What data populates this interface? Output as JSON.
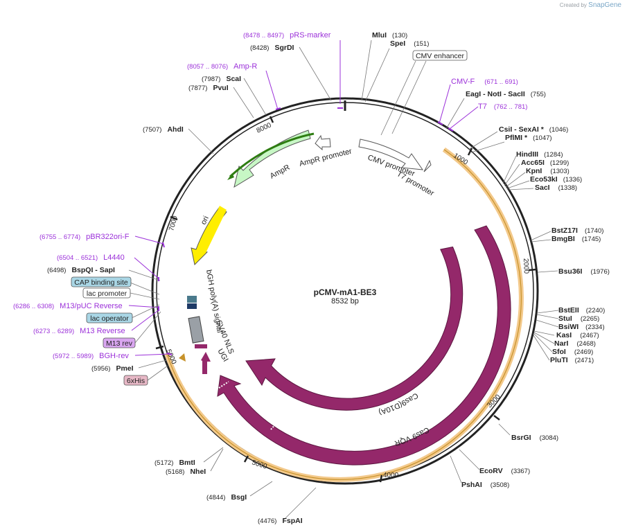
{
  "credit": {
    "prefix": "Created by",
    "brand": "SnapGene"
  },
  "plasmid": {
    "name": "pCMV-mA1-BE3",
    "size_label": "8532 bp",
    "length": 8532
  },
  "colors": {
    "backbone": "#222222",
    "primer": "#9b30d9",
    "site_pos": "#222222",
    "cas9": "#94286a",
    "orange_band": "#f3c98b",
    "ampr": "#c7f7c5",
    "ori": "#ffee00",
    "promoter_fill": "#ffffff",
    "feature_lightblue": "#a9d6e5",
    "feature_purple": "#d9a6f0",
    "feature_pink": "#e7b8c6"
  },
  "ticks": [
    {
      "bp": 1000,
      "label": "1000"
    },
    {
      "bp": 2000,
      "label": "2000"
    },
    {
      "bp": 3000,
      "label": "3000"
    },
    {
      "bp": 4000,
      "label": "4000"
    },
    {
      "bp": 5000,
      "label": "5000"
    },
    {
      "bp": 7000,
      "label": "7000"
    },
    {
      "bp": 8000,
      "label": "8000"
    }
  ],
  "sites": [
    {
      "name": "MluI",
      "pos": "(130)"
    },
    {
      "name": "SpeI",
      "pos": "(151)"
    },
    {
      "name": "EagI  -  NotI  -  SacII",
      "pos": "(755)"
    },
    {
      "name": "CsiI  -  SexAI *",
      "pos": "(1046)"
    },
    {
      "name": "PflMI *",
      "pos": "(1047)"
    },
    {
      "name": "HindIII",
      "pos": "(1284)"
    },
    {
      "name": "Acc65I",
      "pos": "(1299)"
    },
    {
      "name": "KpnI",
      "pos": "(1303)"
    },
    {
      "name": "Eco53kI",
      "pos": "(1336)"
    },
    {
      "name": "SacI",
      "pos": "(1338)"
    },
    {
      "name": "BstZ17I",
      "pos": "(1740)"
    },
    {
      "name": "BmgBI",
      "pos": "(1745)"
    },
    {
      "name": "Bsu36I",
      "pos": "(1976)"
    },
    {
      "name": "BstEII",
      "pos": "(2240)"
    },
    {
      "name": "StuI",
      "pos": "(2265)"
    },
    {
      "name": "BsiWI",
      "pos": "(2334)"
    },
    {
      "name": "KasI",
      "pos": "(2467)"
    },
    {
      "name": "NarI",
      "pos": "(2468)"
    },
    {
      "name": "SfoI",
      "pos": "(2469)"
    },
    {
      "name": "PluTI",
      "pos": "(2471)"
    },
    {
      "name": "BsrGI",
      "pos": "(3084)"
    },
    {
      "name": "EcoRV",
      "pos": "(3367)"
    },
    {
      "name": "PshAI",
      "pos": "(3508)"
    },
    {
      "name": "FspAI",
      "pos": "(4476)"
    },
    {
      "name": "BsgI",
      "pos": "(4844)"
    },
    {
      "name": "BmtI",
      "pos": "(5172)"
    },
    {
      "name": "NheI",
      "pos": "(5168)"
    },
    {
      "name": "PmeI",
      "pos": "(5956)"
    },
    {
      "name": "BspQI  -  SapI",
      "pos": "(6498)"
    },
    {
      "name": "AhdI",
      "pos": "(7507)"
    },
    {
      "name": "PvuI",
      "pos": "(7877)"
    },
    {
      "name": "ScaI",
      "pos": "(7987)"
    },
    {
      "name": "SgrDI",
      "pos": "(8428)"
    }
  ],
  "primers": [
    {
      "name": "pRS-marker",
      "range": "(8478 .. 8497)"
    },
    {
      "name": "Amp-R",
      "range": "(8057 .. 8076)"
    },
    {
      "name": "CMV-F",
      "range": "(671 .. 691)"
    },
    {
      "name": "T7",
      "range": "(762 .. 781)"
    },
    {
      "name": "pBR322ori-F",
      "range": "(6755 .. 6774)"
    },
    {
      "name": "L4440",
      "range": "(6504 .. 6521)"
    },
    {
      "name": "M13/pUC Reverse",
      "range": "(6286 .. 6308)"
    },
    {
      "name": "M13 Reverse",
      "range": "(6273 .. 6289)"
    },
    {
      "name": "BGH-rev",
      "range": "(5972 .. 5989)"
    }
  ],
  "boxed_features": [
    {
      "name": "CMV enhancer",
      "style": "white"
    },
    {
      "name": "CAP binding site",
      "style": "lightblue"
    },
    {
      "name": "lac promoter",
      "style": "white"
    },
    {
      "name": "lac operator",
      "style": "lightblue"
    },
    {
      "name": "M13 rev",
      "style": "purple"
    },
    {
      "name": "6xHis",
      "style": "pink"
    }
  ],
  "map_features": {
    "ampr": "AmpR",
    "ampr_promoter": "AmpR promoter",
    "cmv_promoter": "CMV promoter",
    "t7_promoter": "T7 promoter",
    "ori": "ori",
    "bgh": "bGH poly(A) signal",
    "sv40": "SV40 NLS",
    "ugi": "UGI",
    "cas9_d10a": "Cas9(D10A)",
    "cas9_vqr": "Cas9 VQR"
  }
}
